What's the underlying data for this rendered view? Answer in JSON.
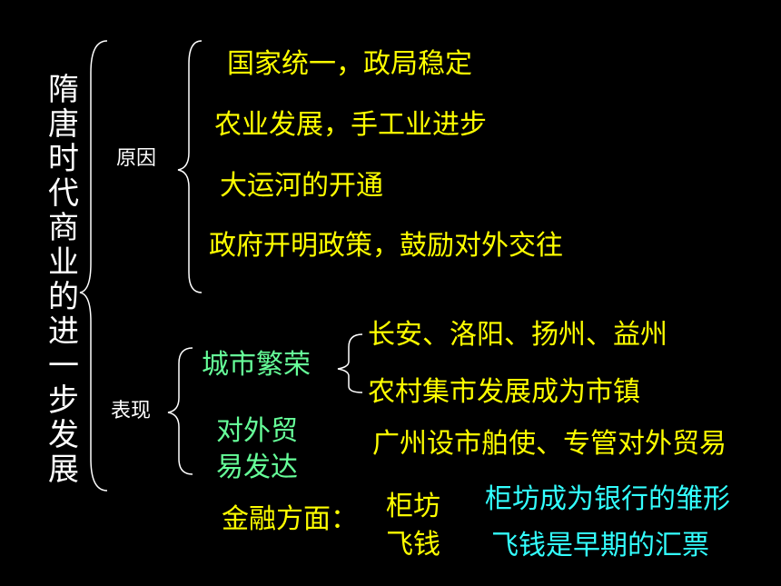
{
  "title": "隋唐时代商业的进一步发展",
  "causes": {
    "label": "原因",
    "items": [
      "国家统一，政局稳定",
      "农业发展，手工业进步",
      "大运河的开通",
      "政府开明政策，鼓励对外交往"
    ]
  },
  "manifestations": {
    "label": "表现",
    "city": {
      "label": "城市繁荣",
      "items": [
        "长安、洛阳、扬州、益州",
        "农村集市发展成为市镇"
      ]
    },
    "trade": {
      "label_line1": "对外贸",
      "label_line2": "易发达",
      "detail": "广州设市舶使、专管对外贸易"
    },
    "finance": {
      "label": "金融方面：",
      "item1": "柜坊",
      "item2": "飞钱",
      "detail1": "柜坊成为银行的雏形",
      "detail2": "飞钱是早期的汇票"
    }
  }
}
